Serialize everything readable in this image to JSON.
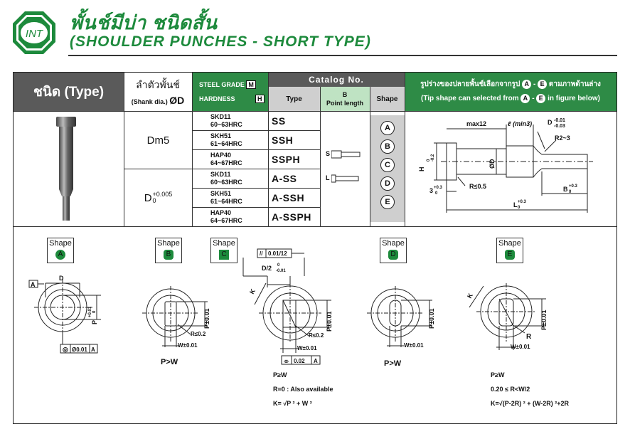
{
  "header": {
    "logo_text": "INT",
    "title_th": "พั้นช์มีบ่า ชนิดสั้น",
    "title_en": "(SHOULDER PUNCHES - SHORT TYPE)"
  },
  "table": {
    "type_header": "ชนิด (Type)",
    "shank_header_th": "ลำตัวพั้นช์",
    "shank_header_en": "(Shank dia.)",
    "shank_symbol": "ØD",
    "steel_grade_label": "STEEL GRADE",
    "steel_grade_key": "M",
    "hardness_label": "HARDNESS",
    "hardness_key": "H",
    "catalog_header": "Catalog No.",
    "col_type": "Type",
    "col_b": "B",
    "col_point_length": "Point length",
    "col_shape": "Shape",
    "tip_note_th": "รูปร่างของปลายพั้นช์เลือกจากรูป",
    "tip_note_th_suffix": "ตามภาพด้านล่าง",
    "tip_note_en": "(Tip shape can selected from",
    "tip_note_en_suffix": "in figure below)",
    "tip_from": "A",
    "tip_to": "E",
    "groups": [
      {
        "shank": "Dm5",
        "shank_tol": ""
      },
      {
        "shank": "D",
        "shank_tol_top": "+0.005",
        "shank_tol_bottom": "0"
      }
    ],
    "rows": [
      {
        "grade": "SKD11",
        "hardness": "60~63HRC",
        "type": "SS"
      },
      {
        "grade": "SKH51",
        "hardness": "61~64HRC",
        "type": "SSH"
      },
      {
        "grade": "HAP40",
        "hardness": "64~67HRC",
        "type": "SSPH"
      },
      {
        "grade": "SKD11",
        "hardness": "60~63HRC",
        "type": "A-SS"
      },
      {
        "grade": "SKH51",
        "hardness": "61~64HRC",
        "type": "A-SSH"
      },
      {
        "grade": "HAP40",
        "hardness": "64~67HRC",
        "type": "A-SSPH"
      }
    ],
    "point_length_s": "S",
    "point_length_l": "L",
    "shape_letters": [
      "A",
      "B",
      "C",
      "D",
      "E"
    ]
  },
  "dimension_drawing": {
    "max12": "max12",
    "l_min3": "ℓ (min3)",
    "d_tol": "D",
    "d_tol_top": "-0.01",
    "d_tol_bottom": "-0.03",
    "r2_3": "R2~3",
    "h_label": "H",
    "h_tol_top": "0",
    "h_tol_bottom": "-0.2",
    "od_label": "ØD",
    "r05": "R≤0.5",
    "three": "3",
    "three_tol_top": "+0.3",
    "three_tol_bottom": "0",
    "b_label": "B",
    "b_tol_top": "+0.3",
    "b_tol_bottom": "0",
    "l_label": "L",
    "l_tol_top": "+0.3",
    "l_tol_bottom": "0"
  },
  "shapes": {
    "label": "Shape",
    "a": {
      "letter": "A",
      "datum": "A",
      "d_label": "D",
      "p_label": "P",
      "p_tol_top": "+0.01",
      "p_tol_bottom": "0",
      "concentricity": "◎",
      "concentricity_value": "Ø0.01",
      "concentricity_datum": "A"
    },
    "b": {
      "letter": "B",
      "p_label": "P±0.01",
      "r_label": "R≤0.2",
      "w_label": "W±0.01",
      "cond": "P>W"
    },
    "c": {
      "letter": "C",
      "parallel": "//",
      "parallel_value": "0.01/12",
      "d2": "D/2",
      "d2_tol_top": "0",
      "d2_tol_bottom": "-0.01",
      "k_label": "K",
      "p_label": "P±0.01",
      "r_label": "R≤0.2",
      "w_label": "W±0.01",
      "sym": "⌯",
      "sym_value": "0.02",
      "sym_datum": "A",
      "cond1": "P≥W",
      "cond2": "R=0 : Also available",
      "formula": "K= √P ² + W ²"
    },
    "d": {
      "letter": "D",
      "p_label": "P±0.01",
      "w_label": "W±0.01",
      "cond": "P>W"
    },
    "e": {
      "letter": "E",
      "k_label": "K",
      "p_label": "P±0.01",
      "r_label": "R",
      "w_label": "W±0.01",
      "cond1": "P≥W",
      "cond2": "0.20 ≤ R<W/2",
      "formula": "K=√(P-2R) ² + (W-2R) ²+2R"
    }
  }
}
